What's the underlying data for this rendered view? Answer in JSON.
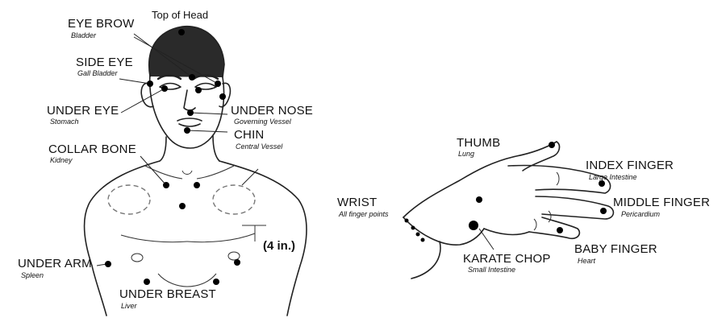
{
  "top_of_head": "Top of Head",
  "measurement": "(4 in.)",
  "body_points": [
    {
      "name": "EYE BROW",
      "meridian": "Bladder"
    },
    {
      "name": "SIDE EYE",
      "meridian": "Gall Bladder"
    },
    {
      "name": "UNDER EYE",
      "meridian": "Stomach"
    },
    {
      "name": "UNDER NOSE",
      "meridian": "Governing Vessel"
    },
    {
      "name": "CHIN",
      "meridian": "Central Vessel"
    },
    {
      "name": "COLLAR BONE",
      "meridian": "Kidney"
    },
    {
      "name": "UNDER ARM",
      "meridian": "Spleen"
    },
    {
      "name": "UNDER BREAST",
      "meridian": "Liver"
    }
  ],
  "hand_points": [
    {
      "name": "THUMB",
      "meridian": "Lung"
    },
    {
      "name": "INDEX FINGER",
      "meridian": "Large Intestine"
    },
    {
      "name": "MIDDLE FINGER",
      "meridian": "Pericardium"
    },
    {
      "name": "WRIST",
      "meridian": "All finger points"
    },
    {
      "name": "KARATE CHOP",
      "meridian": "Small Intestine"
    },
    {
      "name": "BABY FINGER",
      "meridian": "Heart"
    }
  ]
}
